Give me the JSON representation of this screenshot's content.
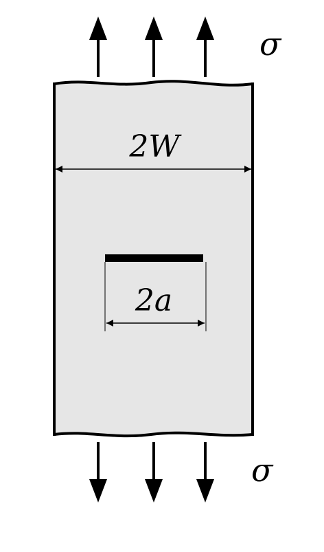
{
  "labels": {
    "stress_top": "σ",
    "stress_bottom": "σ",
    "plate_width": "2W",
    "crack_length": "2a"
  },
  "colors": {
    "plate_fill": "#e6e6e6",
    "stroke": "#000000",
    "background": "#ffffff"
  },
  "load": {
    "arrows_per_side": 3,
    "direction": "tension"
  }
}
